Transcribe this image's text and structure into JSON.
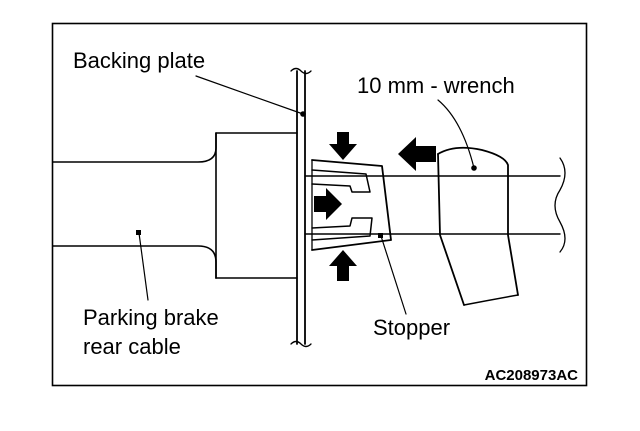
{
  "labels": {
    "backing_plate": "Backing plate",
    "wrench": "10 mm - wrench",
    "cable_line1": "Parking brake",
    "cable_line2": "rear cable",
    "stopper": "Stopper"
  },
  "figure_code": "AC208973AC",
  "colors": {
    "line": "#000000",
    "background": "#ffffff"
  }
}
